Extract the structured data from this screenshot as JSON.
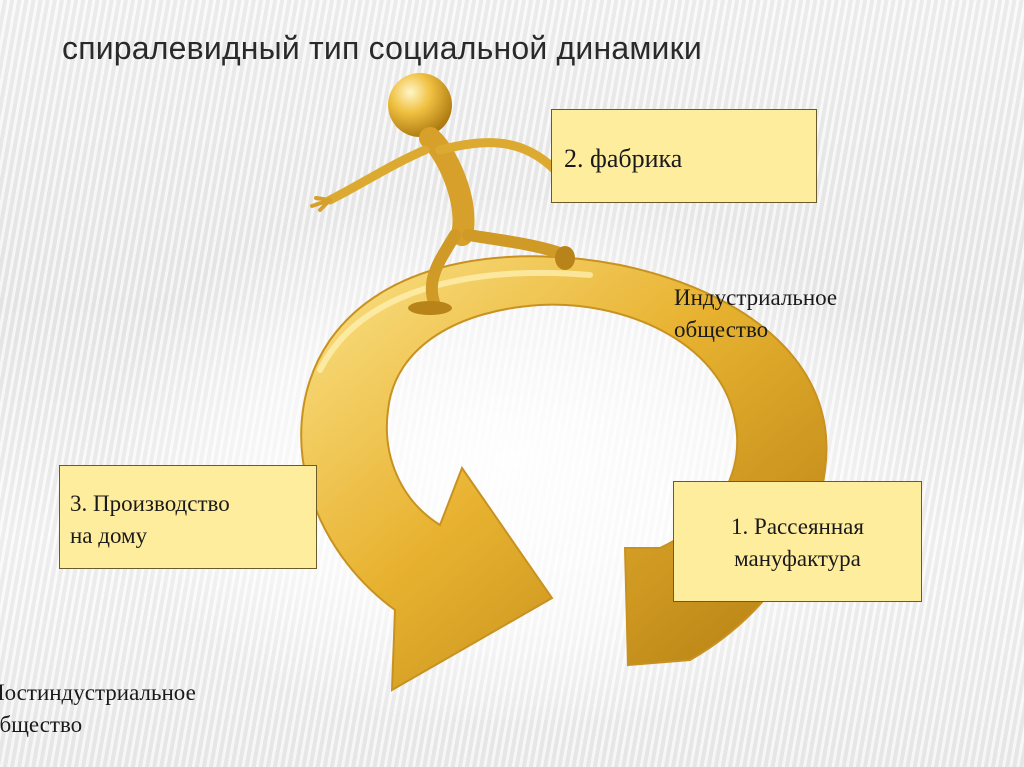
{
  "title": "спиралевидный тип социальной динамики",
  "boxes": {
    "factory": "2. фабрика",
    "home_line1": "3. Производство",
    "home_line2": "на дому",
    "manufactory_line1": "1. Рассеянная",
    "manufactory_line2": "мануфактура"
  },
  "labels": {
    "industrial_line1": "Индустриальное",
    "industrial_line2": "общество",
    "post_line1": "Постиндустриальное",
    "post_line2": "общество"
  },
  "colors": {
    "gold": "#e8b230",
    "box_fill": "#ffed9e"
  }
}
